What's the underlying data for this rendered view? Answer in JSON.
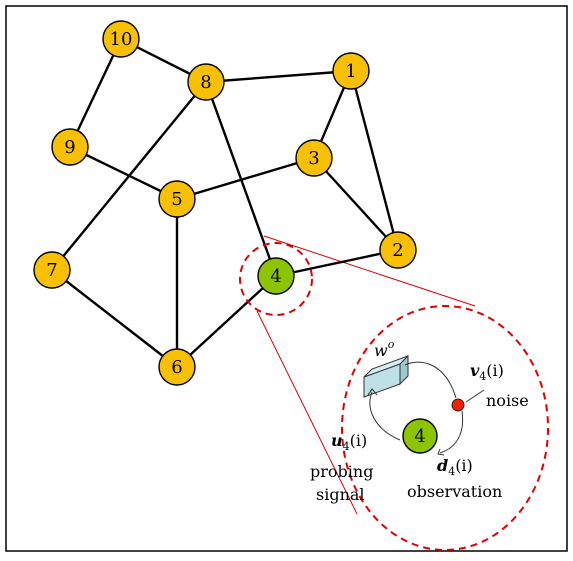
{
  "nodes": [
    {
      "id": "1",
      "label": "1",
      "color": "#F8C000"
    },
    {
      "id": "2",
      "label": "2",
      "color": "#F8C000"
    },
    {
      "id": "3",
      "label": "3",
      "color": "#F8C000"
    },
    {
      "id": "4",
      "label": "4",
      "color": "#8CC400"
    },
    {
      "id": "5",
      "label": "5",
      "color": "#F8C000"
    },
    {
      "id": "6",
      "label": "6",
      "color": "#F8C000"
    },
    {
      "id": "7",
      "label": "7",
      "color": "#F8C000"
    },
    {
      "id": "8",
      "label": "8",
      "color": "#F8C000"
    },
    {
      "id": "9",
      "label": "9",
      "color": "#F8C000"
    },
    {
      "id": "10",
      "label": "10",
      "color": "#F8C000"
    }
  ],
  "edges": [
    [
      "10",
      "8"
    ],
    [
      "10",
      "9"
    ],
    [
      "8",
      "1"
    ],
    [
      "8",
      "7"
    ],
    [
      "8",
      "4"
    ],
    [
      "1",
      "3"
    ],
    [
      "1",
      "2"
    ],
    [
      "3",
      "2"
    ],
    [
      "3",
      "5"
    ],
    [
      "9",
      "5"
    ],
    [
      "5",
      "6"
    ],
    [
      "7",
      "6"
    ],
    [
      "6",
      "4"
    ],
    [
      "4",
      "2"
    ]
  ],
  "inset": {
    "node_label": "4",
    "model_symbol": "w",
    "model_superscript": "o",
    "noise_symbol": "v",
    "noise_subscript": "4",
    "noise_arg": "(i)",
    "noise_label": "noise",
    "input_symbol": "u",
    "input_subscript": "4",
    "input_arg": "(i)",
    "input_label_line1": "probing",
    "input_label_line2": "signal",
    "output_symbol": "d",
    "output_subscript": "4",
    "output_arg": "(i)",
    "output_label": "observation",
    "colors": {
      "dashed": "#e00000",
      "noise_dot": "#ee2200",
      "box": "#bfe0e6"
    }
  }
}
